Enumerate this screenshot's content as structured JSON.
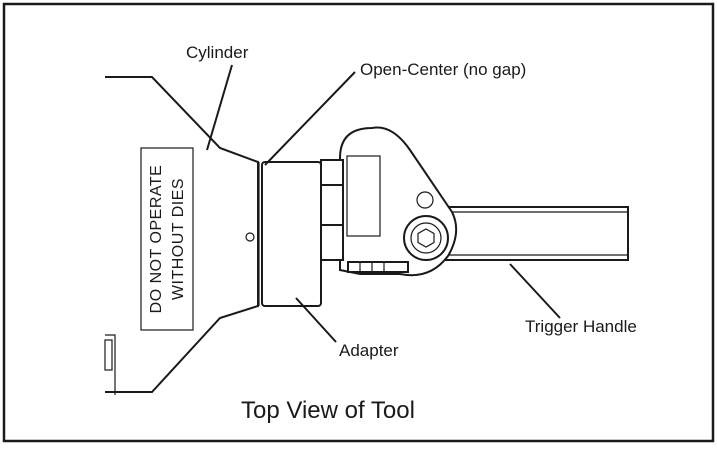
{
  "diagram": {
    "labels": {
      "cylinder": "Cylinder",
      "open_center": "Open-Center (no gap)",
      "trigger_handle": "Trigger Handle",
      "adapter": "Adapter"
    },
    "stamp": {
      "line1": "DO NOT OPERATE",
      "line2": "WITHOUT DIES"
    },
    "caption": "Top View of Tool"
  }
}
